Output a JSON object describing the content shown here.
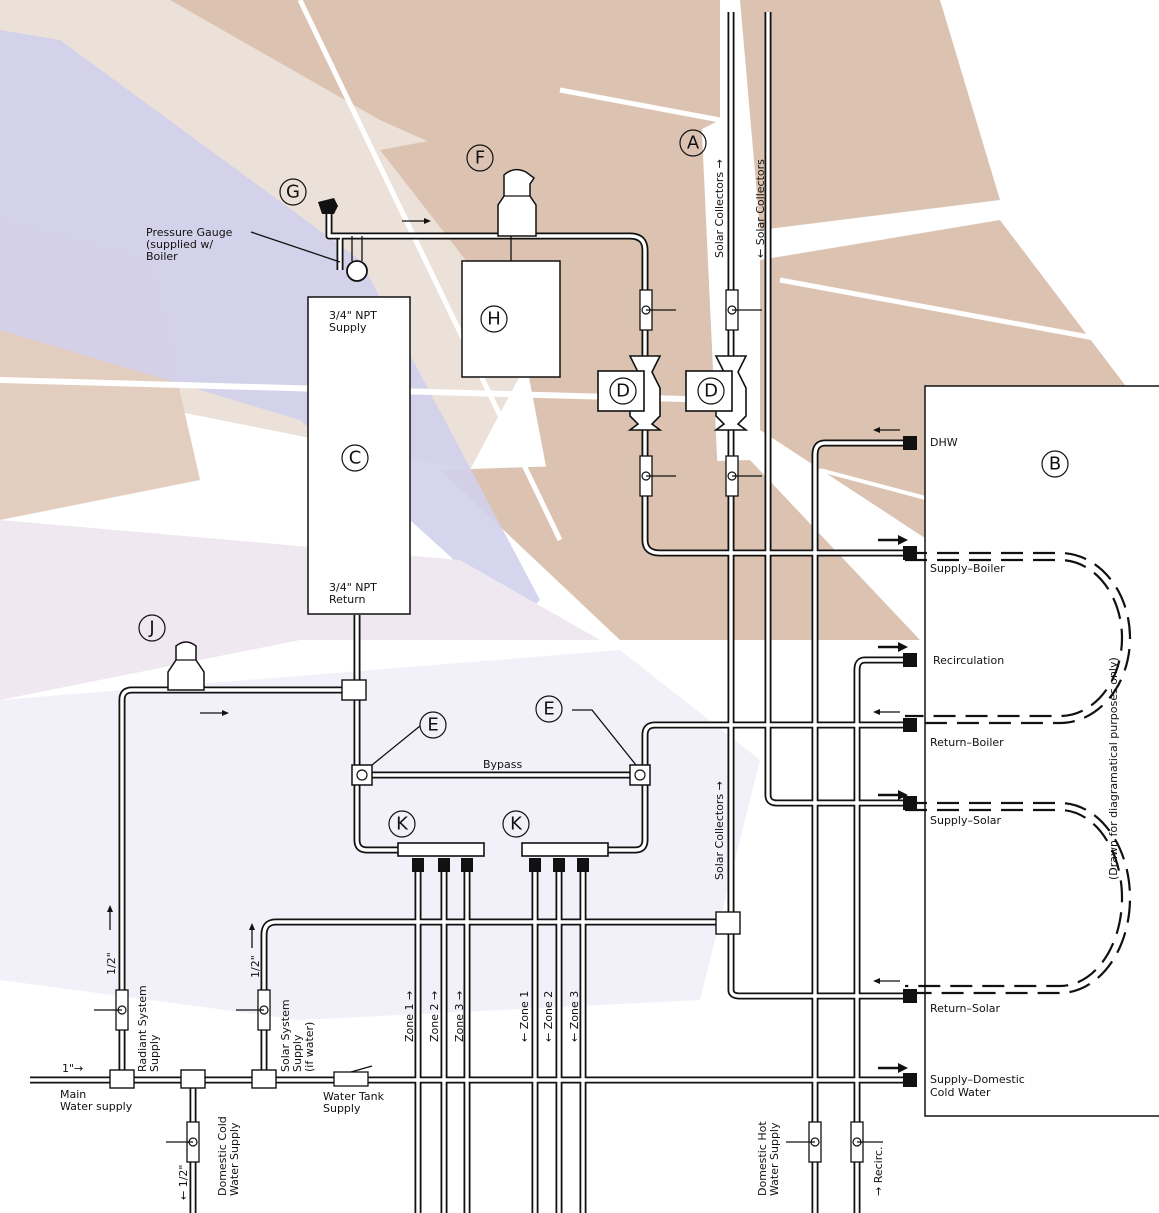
{
  "component_letters": {
    "a": "A",
    "b": "B",
    "c": "C",
    "d": "D",
    "e": "E",
    "f": "F",
    "g": "G",
    "h": "H",
    "j": "J",
    "k": "K"
  },
  "labels": {
    "pressure_gauge_1": "Pressure Gauge",
    "pressure_gauge_2": "(supplied w/",
    "pressure_gauge_3": "Boiler",
    "supply_npt_1": "3/4\" NPT",
    "supply_npt_2": "Supply",
    "return_npt_1": "3/4\" NPT",
    "return_npt_2": "Return",
    "bypass": "Bypass",
    "dhw": "DHW",
    "supply_boiler": "Supply–Boiler",
    "recirculation": "Recirculation",
    "return_boiler": "Return–Boiler",
    "supply_solar": "Supply–Solar",
    "return_solar": "Return–Solar",
    "supply_domestic_1": "Supply–Domestic",
    "supply_domestic_2": "Cold Water",
    "drawn_note": "(Drawn for diagramatical purposes only)",
    "solar_collectors_up": "Solar Collectors →",
    "solar_collectors_down": "← Solar Collectors",
    "solar_collectors_mid": "Solar Collectors →",
    "main_water_1": "Main",
    "main_water_2": "Water supply",
    "one_inch": "1\"→",
    "half_inch_radiant": "1/2\"",
    "half_inch_solar": "1/2\"",
    "half_inch_domestic": "← 1/2\"",
    "radiant_1": "Radiant System",
    "radiant_2": "Supply",
    "solar_system_1": "Solar System",
    "solar_system_2": "Supply",
    "solar_system_3": "(if water)",
    "water_tank_1": "Water Tank",
    "water_tank_2": "Supply",
    "domestic_cold_1": "Domestic Cold",
    "domestic_cold_2": "Water Supply",
    "domestic_hot_1": "Domestic Hot",
    "domestic_hot_2": "Water Supply",
    "recirc": "→ Recirc.",
    "zone1_up": "Zone 1 →",
    "zone2_up": "Zone 2 →",
    "zone3_up": "Zone 3 →",
    "zone1_down": "← Zone 1",
    "zone2_down": "← Zone 2",
    "zone3_down": "← Zone 3"
  },
  "colors": {
    "background_panels": "#dcc3b1",
    "background_band": "#d2d0ec",
    "line": "#111111",
    "paper": "#ffffff"
  }
}
